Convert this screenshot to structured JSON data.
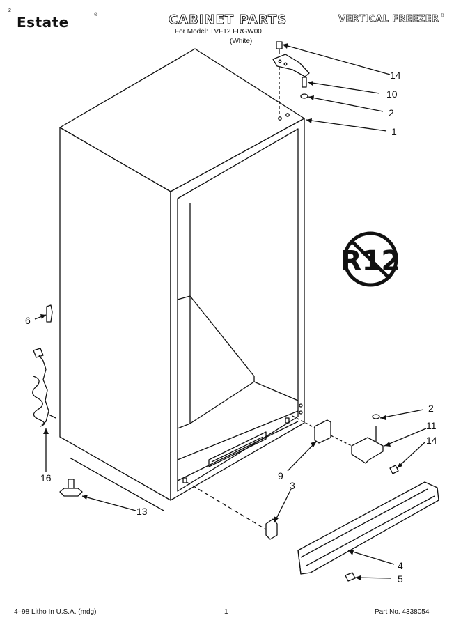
{
  "header": {
    "brand": "Estate",
    "brand_mark": "®",
    "left_mark": "2",
    "title": "CABINET PARTS",
    "subtitle": "VERTICAL FREEZER",
    "subtitle_mark": "®",
    "model_line": "For Model: TVF12 FRGW00",
    "color_line": "(White)"
  },
  "footer": {
    "litho": "4–98 Litho In U.S.A. (mdg)",
    "page_number": "1",
    "part_number": "Part No. 4338054"
  },
  "badge": {
    "text": "R12"
  },
  "callouts": {
    "c14_top": "14",
    "c10": "10",
    "c2_top": "2",
    "c1": "1",
    "c6": "6",
    "c16": "16",
    "c13": "13",
    "c2_bottom": "2",
    "c11": "11",
    "c14_bottom": "14",
    "c9": "9",
    "c3": "3",
    "c4": "4",
    "c5": "5"
  }
}
